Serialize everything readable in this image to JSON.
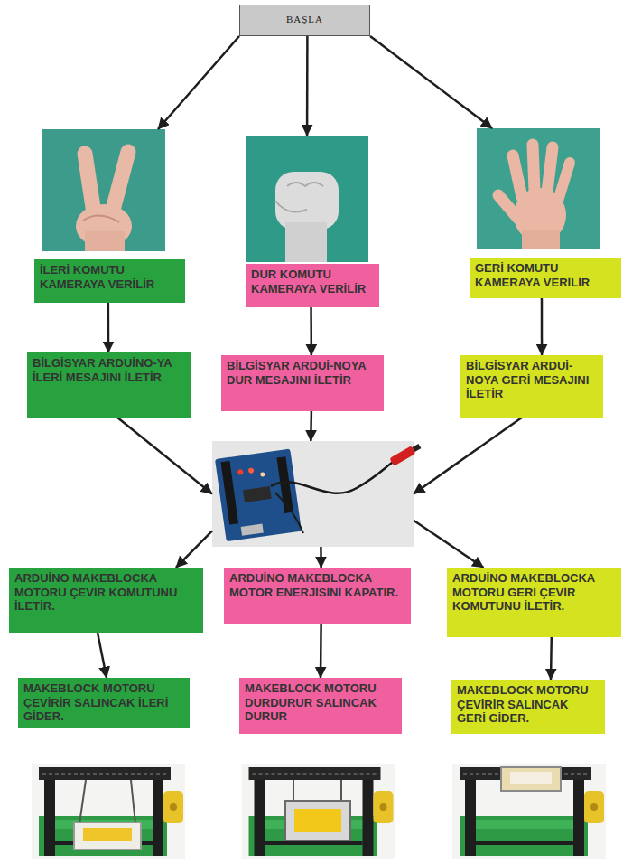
{
  "diagram": {
    "nodes": [
      {
        "text": [
          "BAŞLA"
        ]
      },
      {
        "text": [
          "İLERİ KOMUTU KAMERAYA VERİLİR"
        ]
      },
      {
        "text": [
          "DUR KOMUTU KAMERAYA VERİLİR"
        ]
      },
      {
        "text": [
          "GERİ KOMUTU KAMERAYA VERİLİR"
        ]
      },
      {
        "text": [
          "BİLGİSYAR ARDUİNO-YA İLERİ MESAJINI İLETİR"
        ]
      },
      {
        "text": [
          "BİLGİSYAR ARDUİ-NOYA DUR MESAJINI İLETİR"
        ]
      },
      {
        "text": [
          "BİLGİSYAR ARDUİ-NOYA GERİ MESAJINI İLETİR"
        ]
      },
      {
        "text": []
      },
      {
        "text": [
          "ARDUİNO MAKEBLOCKA MOTORU ÇEVİR KOMUTUNU İLETİR."
        ]
      },
      {
        "text": [
          "ARDUİNO MAKEBLOCKA MOTOR ENERJİSİNİ KAPATIR."
        ]
      },
      {
        "text": [
          "ARDUİNO MAKEBLOCKA MOTORU GERİ ÇEVİR KOMUTUNU İLETİR."
        ]
      },
      {
        "text": [
          "MAKEBLOCK MOTORU ÇEVİRİR SALINCAK İLERİ GİDER."
        ]
      },
      {
        "text": [
          "MAKEBLOCK MOTORU DURDURUR SALINCAK DURUR"
        ]
      },
      {
        "text": [
          "MAKEBLOCK MOTORU ÇEVİRİR SALINCAK GERİ GİDER."
        ]
      }
    ],
    "edges": [
      {
        "from": 0,
        "to": 1,
        "arrow": "to"
      },
      {
        "from": 0,
        "to": 2,
        "arrow": "to"
      },
      {
        "from": 0,
        "to": 3,
        "arrow": "to"
      },
      {
        "from": 1,
        "to": 4,
        "arrow": "to"
      },
      {
        "from": 2,
        "to": 5,
        "arrow": "to"
      },
      {
        "from": 3,
        "to": 6,
        "arrow": "to"
      },
      {
        "from": 4,
        "to": 7,
        "arrow": "to"
      },
      {
        "from": 5,
        "to": 7,
        "arrow": "to"
      },
      {
        "from": 6,
        "to": 7,
        "arrow": "to"
      },
      {
        "from": 7,
        "to": 8,
        "arrow": "to"
      },
      {
        "from": 7,
        "to": 9,
        "arrow": "to"
      },
      {
        "from": 7,
        "to": 10,
        "arrow": "to"
      },
      {
        "from": 8,
        "to": 11,
        "arrow": "to"
      },
      {
        "from": 9,
        "to": 12,
        "arrow": "to"
      },
      {
        "from": 10,
        "to": 13,
        "arrow": "to"
      }
    ]
  }
}
